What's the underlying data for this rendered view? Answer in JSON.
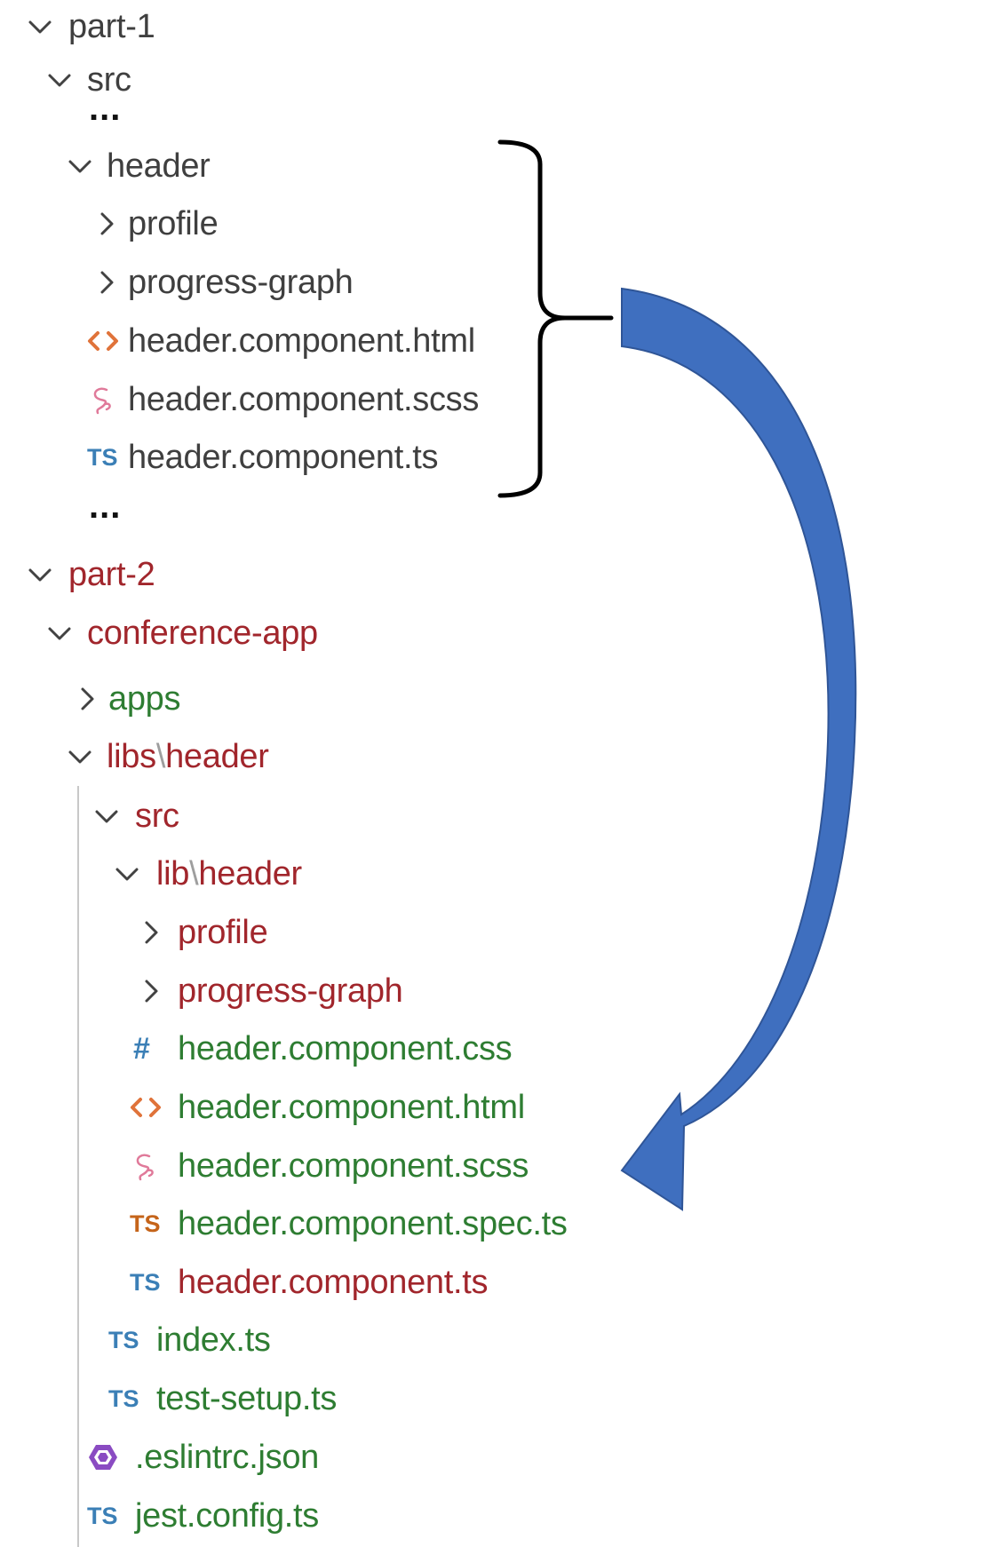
{
  "tree": {
    "part1": {
      "root": "part-1",
      "src": "src",
      "ellipsis_top": "...",
      "header": "header",
      "profile": "profile",
      "progress_graph": "progress-graph",
      "html_file": "header.component.html",
      "scss_file": "header.component.scss",
      "ts_file": "header.component.ts",
      "ellipsis_bottom": "..."
    },
    "part2": {
      "root": "part-2",
      "conference_app": "conference-app",
      "apps": "apps",
      "libs_a": "libs",
      "libs_b": "header",
      "src": "src",
      "lib_a": "lib",
      "lib_b": "header",
      "profile": "profile",
      "progress_graph": "progress-graph",
      "css_file": "header.component.css",
      "html_file": "header.component.html",
      "scss_file": "header.component.scss",
      "spec_file": "header.component.spec.ts",
      "ts_file": "header.component.ts",
      "index_file": "index.ts",
      "test_setup_file": "test-setup.ts",
      "eslint_file": ".eslintrc.json",
      "jest_file": "jest.config.ts"
    },
    "path_separator": "\\",
    "icons": {
      "ts": "TS",
      "css": "#",
      "html": "<>"
    }
  },
  "colors": {
    "default_text": "#3f3f3f",
    "modified_text": "#a1262c",
    "untracked_text": "#2e7d32",
    "arrow_fill": "#3f6fbf",
    "ts_icon": "#3b7fb6",
    "ts_spec_icon": "#c5641a",
    "html_icon": "#e0733a",
    "sass_icon": "#e07a9a",
    "eslint_icon": "#8a4bc2"
  }
}
